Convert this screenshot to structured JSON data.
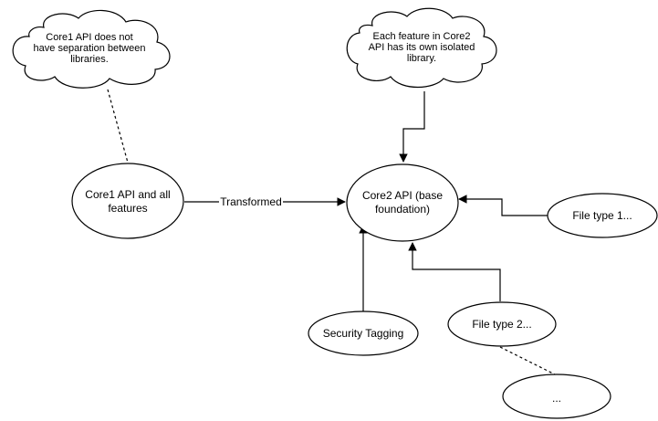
{
  "diagram": {
    "nodes": {
      "core1": {
        "line1": "Core1 API and all",
        "line2": "features"
      },
      "core2": {
        "line1": "Core2 API (base",
        "line2": "foundation)"
      },
      "file_type_1": {
        "label": "File type 1..."
      },
      "file_type_2": {
        "label": "File type 2..."
      },
      "security_tagging": {
        "label": "Security Tagging"
      },
      "ellipsis": {
        "label": "..."
      }
    },
    "clouds": {
      "core1_note": {
        "line1": "Core1 API does not",
        "line2": "have separation between",
        "line3": "libraries."
      },
      "core2_note": {
        "line1": "Each feature in Core2",
        "line2": "API has its own isolated",
        "line3": "library."
      }
    },
    "edges": {
      "transformed": {
        "label": "Transformed"
      }
    }
  }
}
